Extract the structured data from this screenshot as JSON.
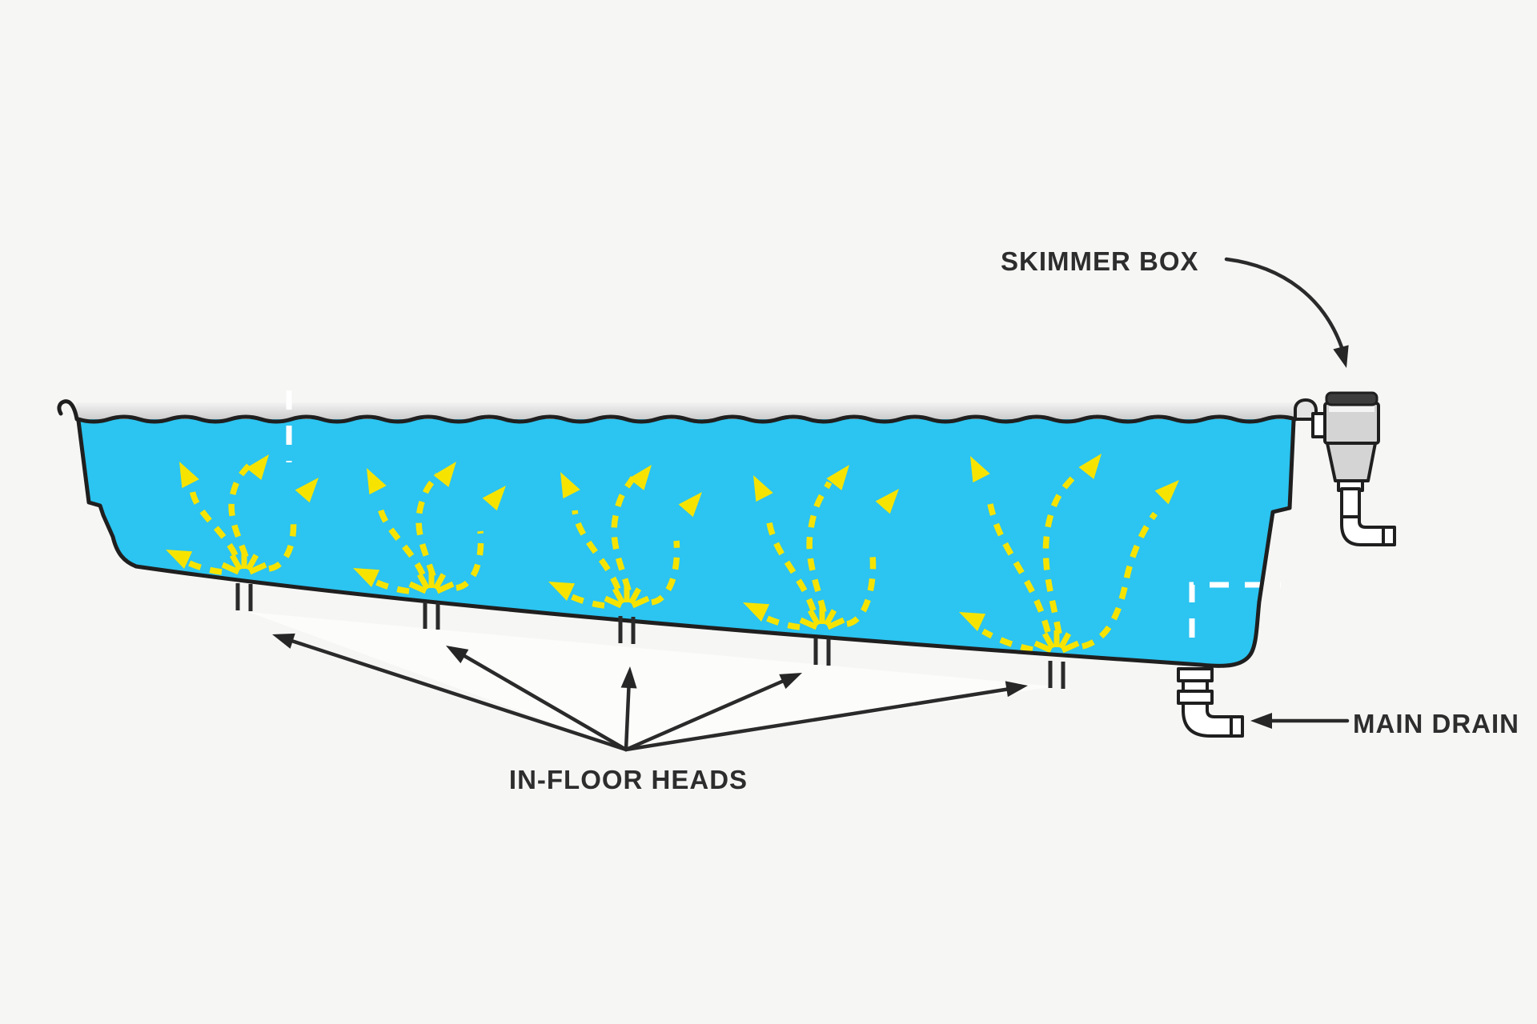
{
  "diagram": {
    "type": "pool-circulation-cross-section",
    "labels": {
      "skimmer_box": "SKIMMER BOX",
      "main_drain": "MAIN DRAIN",
      "in_floor_heads": "IN-FLOOR HEADS"
    },
    "in_floor_heads_count": 5,
    "colors": {
      "water": "#2cc4f0",
      "flow_arrows": "#f6e400",
      "outline": "#1f1f1f",
      "coping": "#d9d9d9",
      "fixture_gray": "#d4d4d4",
      "lid_dark": "#3d3d3d",
      "dashed_marker": "#ffffff",
      "label_text": "#2d2d2d",
      "background": "#f6f6f5"
    }
  }
}
